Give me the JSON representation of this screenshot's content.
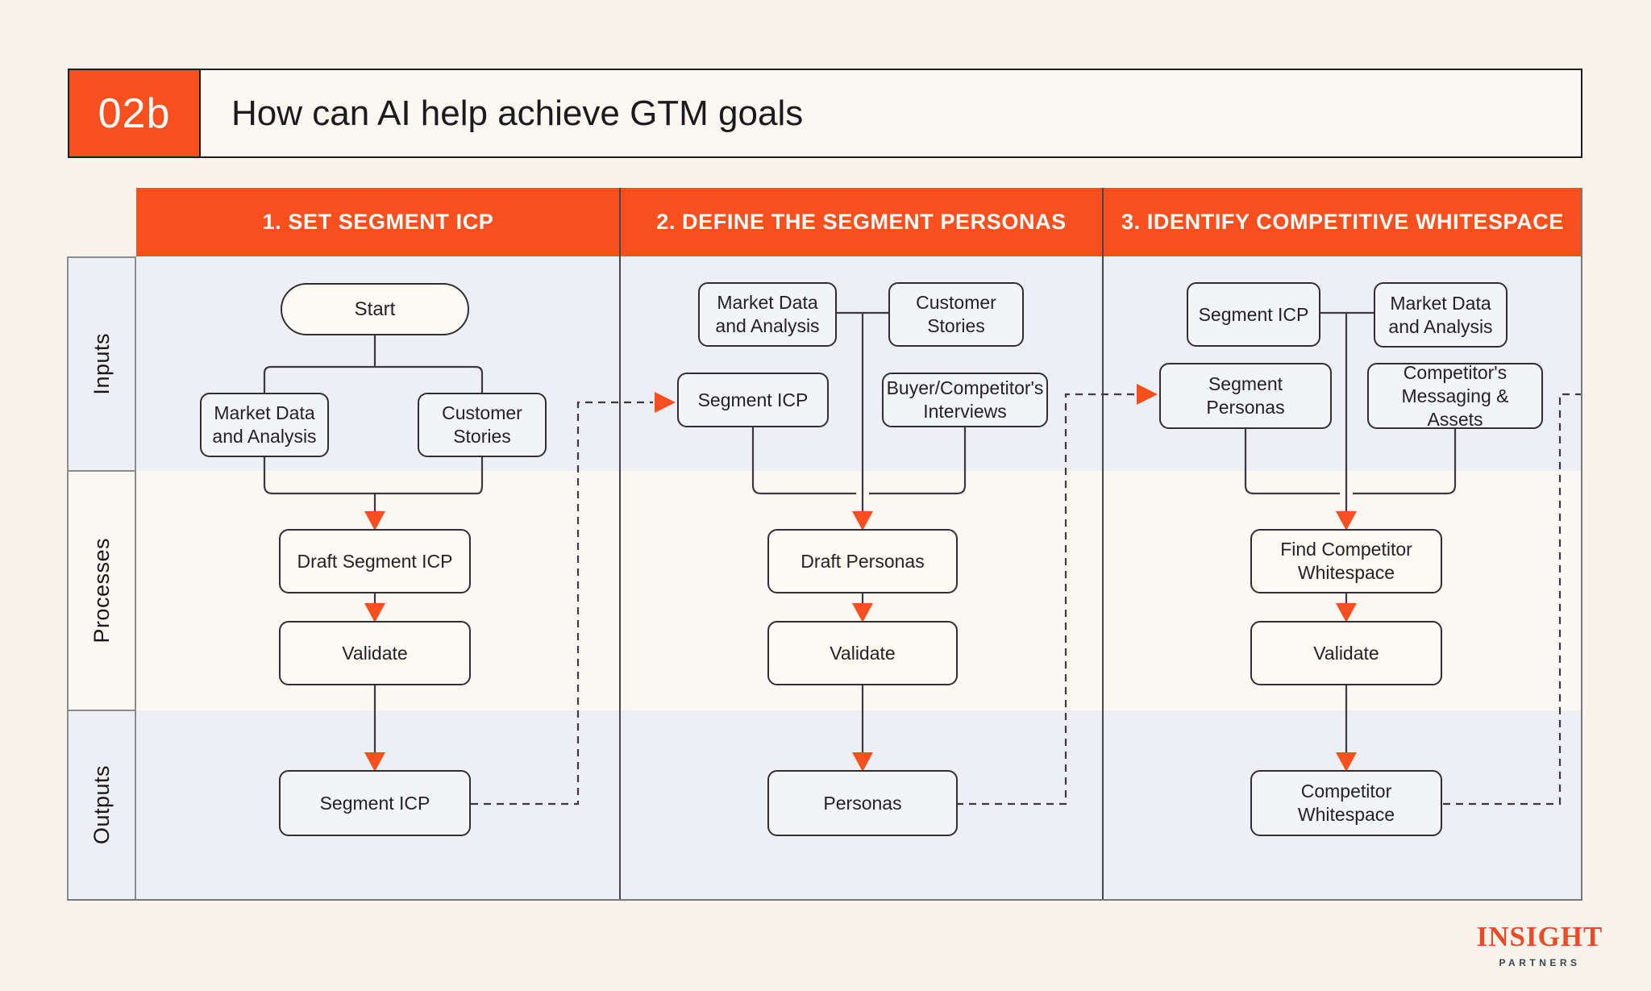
{
  "slide": {
    "number": "02b",
    "title": "How can AI help achieve GTM goals"
  },
  "rows": [
    {
      "label": "Inputs"
    },
    {
      "label": "Processes"
    },
    {
      "label": "Outputs"
    }
  ],
  "columns": [
    {
      "header": "1. SET SEGMENT ICP",
      "nodes": {
        "start": "Start",
        "input_a": "Market Data\nand Analysis",
        "input_b": "Customer\nStories",
        "process_a": "Draft Segment ICP",
        "process_b": "Validate",
        "output": "Segment ICP"
      }
    },
    {
      "header": "2. DEFINE THE SEGMENT PERSONAS",
      "nodes": {
        "input_a": "Market Data\nand Analysis",
        "input_b": "Customer\nStories",
        "input_c": "Segment ICP",
        "input_d": "Buyer/Competitor's\nInterviews",
        "process_a": "Draft Personas",
        "process_b": "Validate",
        "output": "Personas"
      }
    },
    {
      "header": "3. IDENTIFY COMPETITIVE WHITESPACE",
      "nodes": {
        "input_a": "Segment ICP",
        "input_b": "Market Data\nand Analysis",
        "input_c": "Segment\nPersonas",
        "input_d": "Competitor's\nMessaging & Assets",
        "process_a": "Find Competitor\nWhitespace",
        "process_b": "Validate",
        "output": "Competitor\nWhitespace"
      }
    }
  ],
  "logo": {
    "primary": "INSIGHT",
    "secondary": "PARTNERS"
  },
  "colors": {
    "accent_orange": "#f7501e",
    "band_cool": "#edeff4",
    "band_warm": "#fbf8f1",
    "background": "#f8f4ec",
    "line": "#3a3a40",
    "logo_orange": "#e84b25",
    "logo_slate": "#3a4653"
  }
}
